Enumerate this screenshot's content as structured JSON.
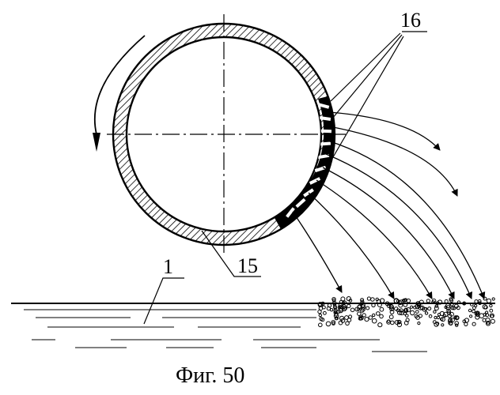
{
  "labels": {
    "water": "1",
    "drum_wall": "15",
    "nozzles": "16"
  },
  "caption": "Фиг. 50",
  "colors": {
    "ink": "#000000",
    "paper": "#ffffff"
  }
}
